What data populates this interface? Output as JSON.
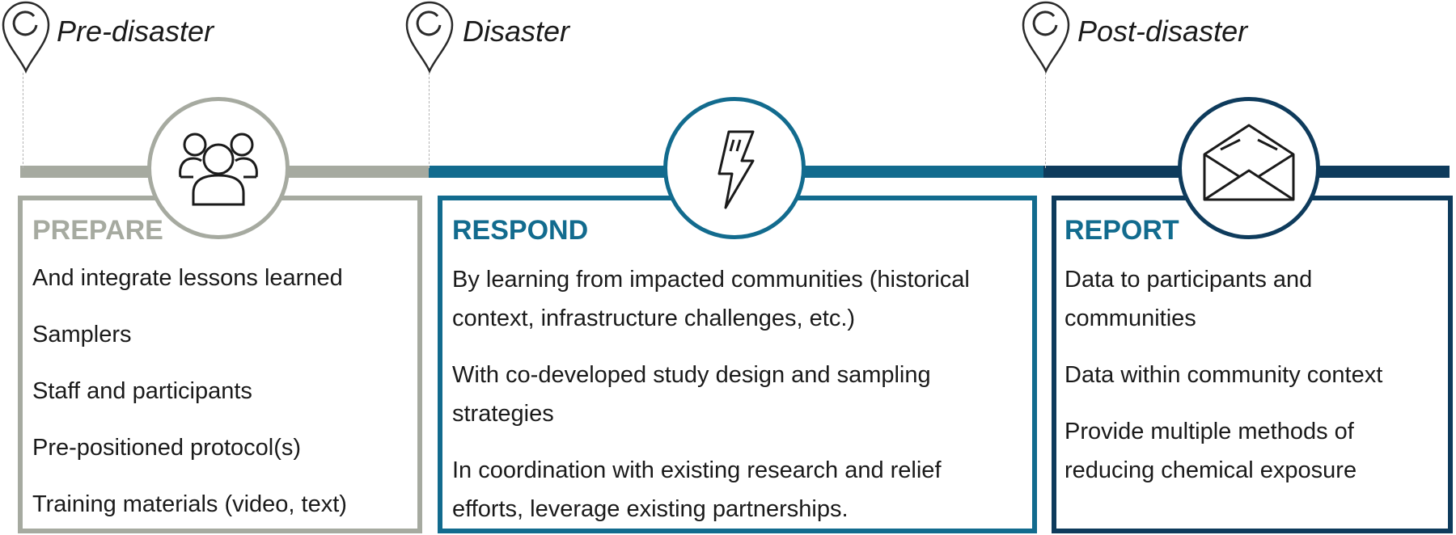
{
  "colors": {
    "prepare": "#a6aaa0",
    "respond": "#126b8e",
    "report": "#0e3b5c",
    "dash": "#b5b5b5",
    "text": "#1a1a1a"
  },
  "phases": [
    {
      "label": "Pre-disaster",
      "icon": "location-pin-icon"
    },
    {
      "label": "Disaster",
      "icon": "location-pin-icon"
    },
    {
      "label": "Post-disaster",
      "icon": "location-pin-icon"
    }
  ],
  "stages": [
    {
      "title": "PREPARE",
      "icon": "people-group-icon",
      "items": [
        "And integrate lessons learned",
        "Samplers",
        "Staff and participants",
        "Pre-positioned protocol(s)",
        "Training materials (video, text)"
      ]
    },
    {
      "title": "RESPOND",
      "icon": "lightning-bolt-icon",
      "items": [
        "By learning from impacted communities (historical context, infrastructure challenges, etc.)",
        "With co-developed study design and sampling strategies",
        "In coordination with existing research and relief efforts, leverage existing partnerships."
      ]
    },
    {
      "title": "REPORT",
      "icon": "envelope-icon",
      "items": [
        "Data to participants and communities",
        "Data within community context",
        "Provide multiple methods of reducing chemical exposure"
      ]
    }
  ]
}
